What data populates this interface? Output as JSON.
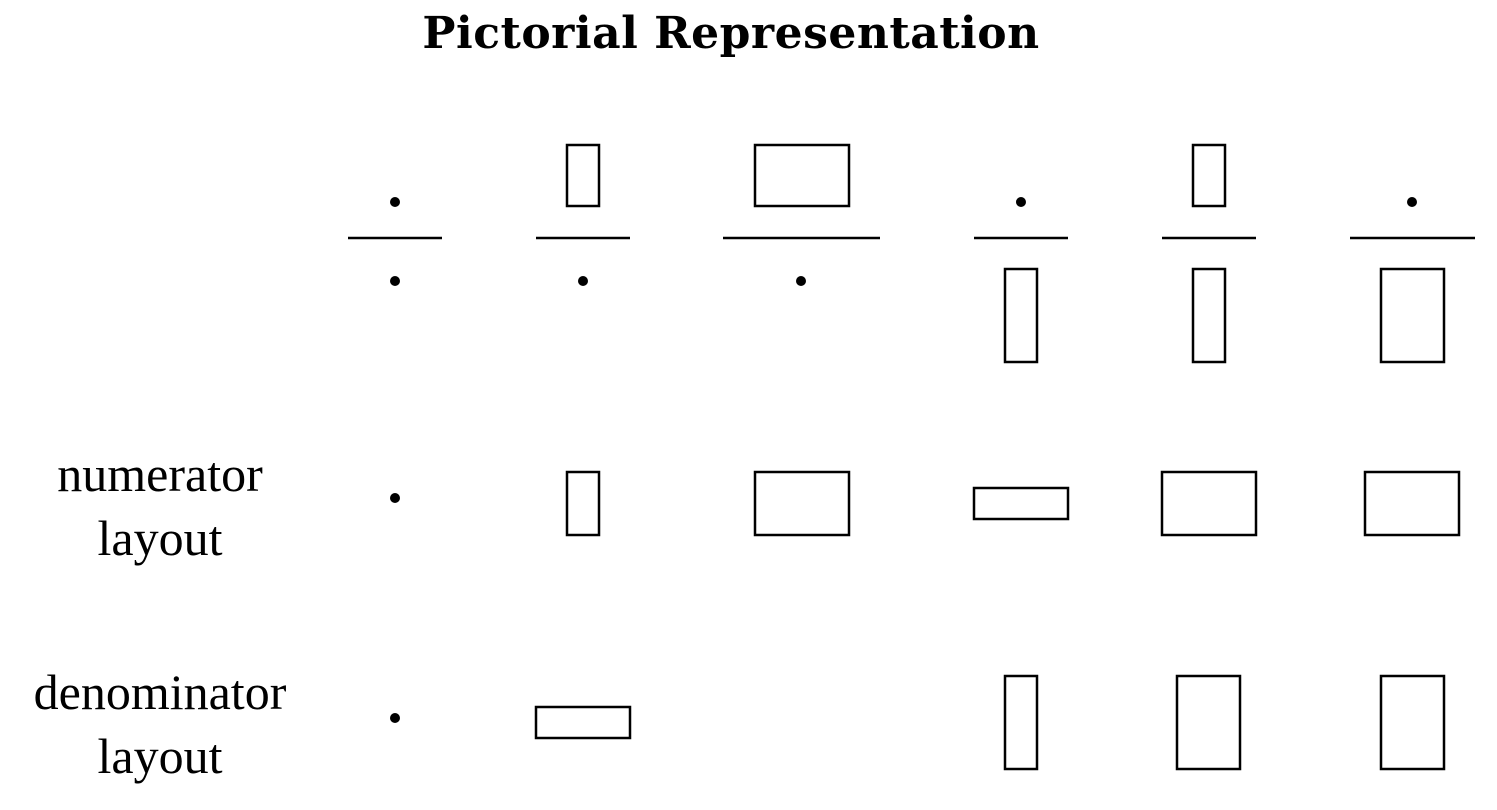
{
  "title": "Pictorial Representation",
  "rows": {
    "numerator_layout": [
      "numerator",
      "layout"
    ],
    "denominator_layout": [
      "denominator",
      "layout"
    ]
  },
  "columns": [
    {
      "numerator": "dot",
      "denominator": "dot",
      "numerator_layout": "dot",
      "denominator_layout": "dot"
    },
    {
      "numerator": "tall-box",
      "denominator": "dot",
      "numerator_layout": "tall-box",
      "denominator_layout": "wide-box"
    },
    {
      "numerator": "wide-box",
      "denominator": "dot",
      "numerator_layout": "wide-box",
      "denominator_layout": "none"
    },
    {
      "numerator": "dot",
      "denominator": "tall-box",
      "numerator_layout": "wide-box",
      "denominator_layout": "tall-box"
    },
    {
      "numerator": "tall-box",
      "denominator": "tall-box",
      "numerator_layout": "wide-box",
      "denominator_layout": "tall-box"
    },
    {
      "numerator": "dot",
      "denominator": "tall-box",
      "numerator_layout": "wide-box",
      "denominator_layout": "tall-box"
    }
  ]
}
